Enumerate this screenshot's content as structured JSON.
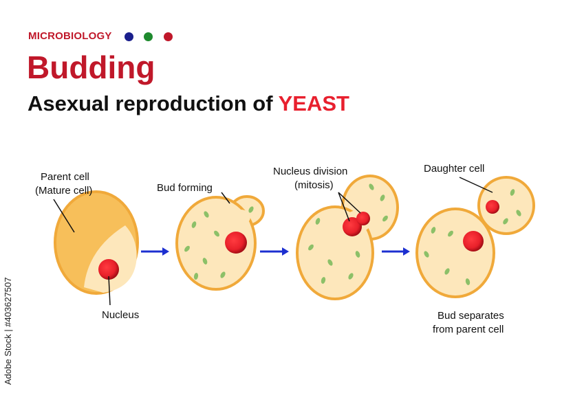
{
  "header": {
    "kicker": "MICROBIOLOGY",
    "title": "Budding",
    "subtitle_prefix": "Asexual reproduction of",
    "subtitle_highlight": "YEAST"
  },
  "labels": {
    "parent_cell_line1": "Parent cell",
    "parent_cell_line2": "(Mature cell)",
    "nucleus": "Nucleus",
    "bud_forming": "Bud forming",
    "nucleus_division_line1": "Nucleus division",
    "nucleus_division_line2": "(mitosis)",
    "daughter_cell": "Daughter cell",
    "bud_separates_line1": "Bud separates",
    "bud_separates_line2": "from parent cell"
  },
  "watermark": "Adobe Stock | #403627507",
  "colors": {
    "kicker_red": "#c0182a",
    "title_red": "#c0182a",
    "highlight_red": "#e8202e",
    "dark_text": "#111111",
    "dot_blue": "#1a1f8c",
    "dot_green": "#1e8a2e",
    "dot_red": "#c0182a",
    "cell_fill": "#fde7bb",
    "cell_outline": "#f0a93a",
    "cell_shade": "#f7bf5a",
    "nucleus_red": "#e8202a",
    "nucleus_dark": "#b01018",
    "organelle_green": "#8cc068",
    "arrow_blue": "#1c2fd0"
  }
}
